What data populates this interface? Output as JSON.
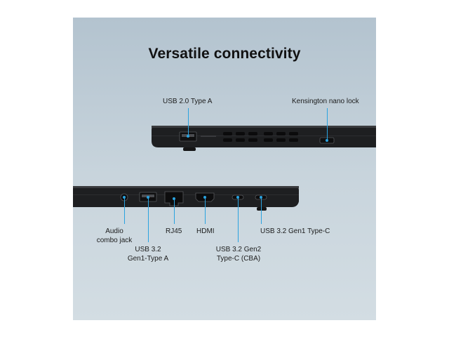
{
  "title": "Versatile connectivity",
  "accent_color": "#2aa3e0",
  "top_view": {
    "labels": {
      "usb2": "USB 2.0 Type A",
      "kensington": "Kensington nano lock"
    }
  },
  "bottom_view": {
    "labels": {
      "audio_line1": "Audio",
      "audio_line2": "combo jack",
      "usb32a_line1": "USB 3.2",
      "usb32a_line2": "Gen1-Type A",
      "rj45": "RJ45",
      "hdmi": "HDMI",
      "usbc_gen2_line1": "USB 3.2 Gen2",
      "usbc_gen2_line2": "Type-C (CBA)",
      "usbc_gen1": "USB 3.2  Gen1 Type-C"
    }
  }
}
